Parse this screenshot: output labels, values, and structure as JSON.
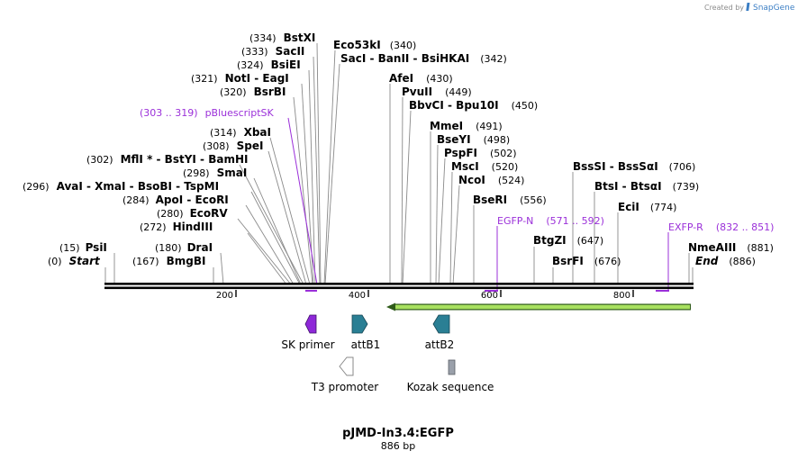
{
  "brand": {
    "created_by": "Created by",
    "name": "SnapGene"
  },
  "map": {
    "name": "pJMD-In3.4:EGFP",
    "length_label": "886 bp",
    "length": 886
  },
  "colors": {
    "primer": "#9b30d9",
    "sk_primer": "#8e28d8",
    "attb": "#2a7f94",
    "egfp": "#a8e05f",
    "kozak": "#9aa0aa",
    "t3": "#ffffff"
  },
  "ticks": [
    {
      "label": "200",
      "pos": 200
    },
    {
      "label": "400",
      "pos": 400
    },
    {
      "label": "600",
      "pos": 600
    },
    {
      "label": "800",
      "pos": 800
    }
  ],
  "sites": [
    {
      "id": "psii",
      "pos_label": "(15)",
      "name": "PsiI",
      "pos": 15
    },
    {
      "id": "start",
      "pos_label": "(0)",
      "name": "Start",
      "pos": 0
    },
    {
      "id": "drai",
      "pos_label": "(180)",
      "name": "DraI",
      "pos": 180
    },
    {
      "id": "bmgbi",
      "pos_label": "(167)",
      "name": "BmgBI",
      "pos": 167
    },
    {
      "id": "hindiii",
      "pos_label": "(272)",
      "name": "HindIII",
      "pos": 272
    },
    {
      "id": "ecorv",
      "pos_label": "(280)",
      "name": "EcoRV",
      "pos": 280
    },
    {
      "id": "apoi",
      "pos_label": "(284)",
      "name": "ApoI  - EcoRI",
      "pos": 284
    },
    {
      "id": "avai",
      "pos_label": "(296)",
      "name": "AvaI  - XmaI  - BsoBI  - TspMI",
      "pos": 296
    },
    {
      "id": "smai",
      "pos_label": "(298)",
      "name": "SmaI",
      "pos": 298
    },
    {
      "id": "mfli",
      "pos_label": "(302)",
      "name": "MflI * - BstYI  - BamHI",
      "pos": 302
    },
    {
      "id": "spei",
      "pos_label": "(308)",
      "name": "SpeI",
      "pos": 308
    },
    {
      "id": "xbai",
      "pos_label": "(314)",
      "name": "XbaI",
      "pos": 314
    },
    {
      "id": "bsrbi",
      "pos_label": "(320)",
      "name": "BsrBI",
      "pos": 320
    },
    {
      "id": "noti",
      "pos_label": "(321)",
      "name": "NotI  - EagI",
      "pos": 321
    },
    {
      "id": "bsiei",
      "pos_label": "(324)",
      "name": "BsiEI",
      "pos": 324
    },
    {
      "id": "sacii",
      "pos_label": "(333)",
      "name": "SacII",
      "pos": 333
    },
    {
      "id": "bstxi",
      "pos_label": "(334)",
      "name": "BstXI",
      "pos": 334
    },
    {
      "id": "eco53ki",
      "pos_label": "(340)",
      "name": "Eco53kI",
      "pos": 340
    },
    {
      "id": "saci",
      "pos_label": "(342)",
      "name": "SacI  - BanII  - BsiHKAI",
      "pos": 342
    },
    {
      "id": "afei",
      "pos_label": "(430)",
      "name": "AfeI",
      "pos": 430
    },
    {
      "id": "pvuii",
      "pos_label": "(449)",
      "name": "PvuII",
      "pos": 449
    },
    {
      "id": "bbvci",
      "pos_label": "(450)",
      "name": "BbvCI  - Bpu10I",
      "pos": 450
    },
    {
      "id": "mmei",
      "pos_label": "(491)",
      "name": "MmeI",
      "pos": 491
    },
    {
      "id": "bseyi",
      "pos_label": "(498)",
      "name": "BseYI",
      "pos": 498
    },
    {
      "id": "pspfi",
      "pos_label": "(502)",
      "name": "PspFI",
      "pos": 502
    },
    {
      "id": "mscI",
      "pos_label": "(520)",
      "name": "MscI",
      "pos": 520
    },
    {
      "id": "ncoi",
      "pos_label": "(524)",
      "name": "NcoI",
      "pos": 524
    },
    {
      "id": "bseri",
      "pos_label": "(556)",
      "name": "BseRI",
      "pos": 556
    },
    {
      "id": "btgzi",
      "pos_label": "(647)",
      "name": "BtgZI",
      "pos": 647
    },
    {
      "id": "bsrfi",
      "pos_label": "(676)",
      "name": "BsrFI",
      "pos": 676
    },
    {
      "id": "bsssi",
      "pos_label": "(706)",
      "name": "BssSI  - BssSαI",
      "pos": 706
    },
    {
      "id": "btsi",
      "pos_label": "(739)",
      "name": "BtsI  - BtsαI",
      "pos": 739
    },
    {
      "id": "ecii",
      "pos_label": "(774)",
      "name": "EciI",
      "pos": 774
    },
    {
      "id": "nmeaiii",
      "pos_label": "(881)",
      "name": "NmeAIII",
      "pos": 881
    },
    {
      "id": "end",
      "pos_label": "(886)",
      "name": "End",
      "pos": 886
    }
  ],
  "primers": [
    {
      "id": "pbluescriptsk",
      "range": "(303 .. 319)",
      "name": "pBluescriptSK"
    },
    {
      "id": "egfp-n",
      "range": "(571 .. 592)",
      "name": "EGFP-N"
    },
    {
      "id": "exfp-r",
      "range": "(832 .. 851)",
      "name": "EXFP-R"
    }
  ],
  "features": [
    {
      "id": "sk-primer",
      "label": "SK primer"
    },
    {
      "id": "attb1",
      "label": "attB1"
    },
    {
      "id": "attb2",
      "label": "attB2"
    },
    {
      "id": "t3-promoter",
      "label": "T3 promoter"
    },
    {
      "id": "kozak",
      "label": "Kozak sequence"
    }
  ]
}
